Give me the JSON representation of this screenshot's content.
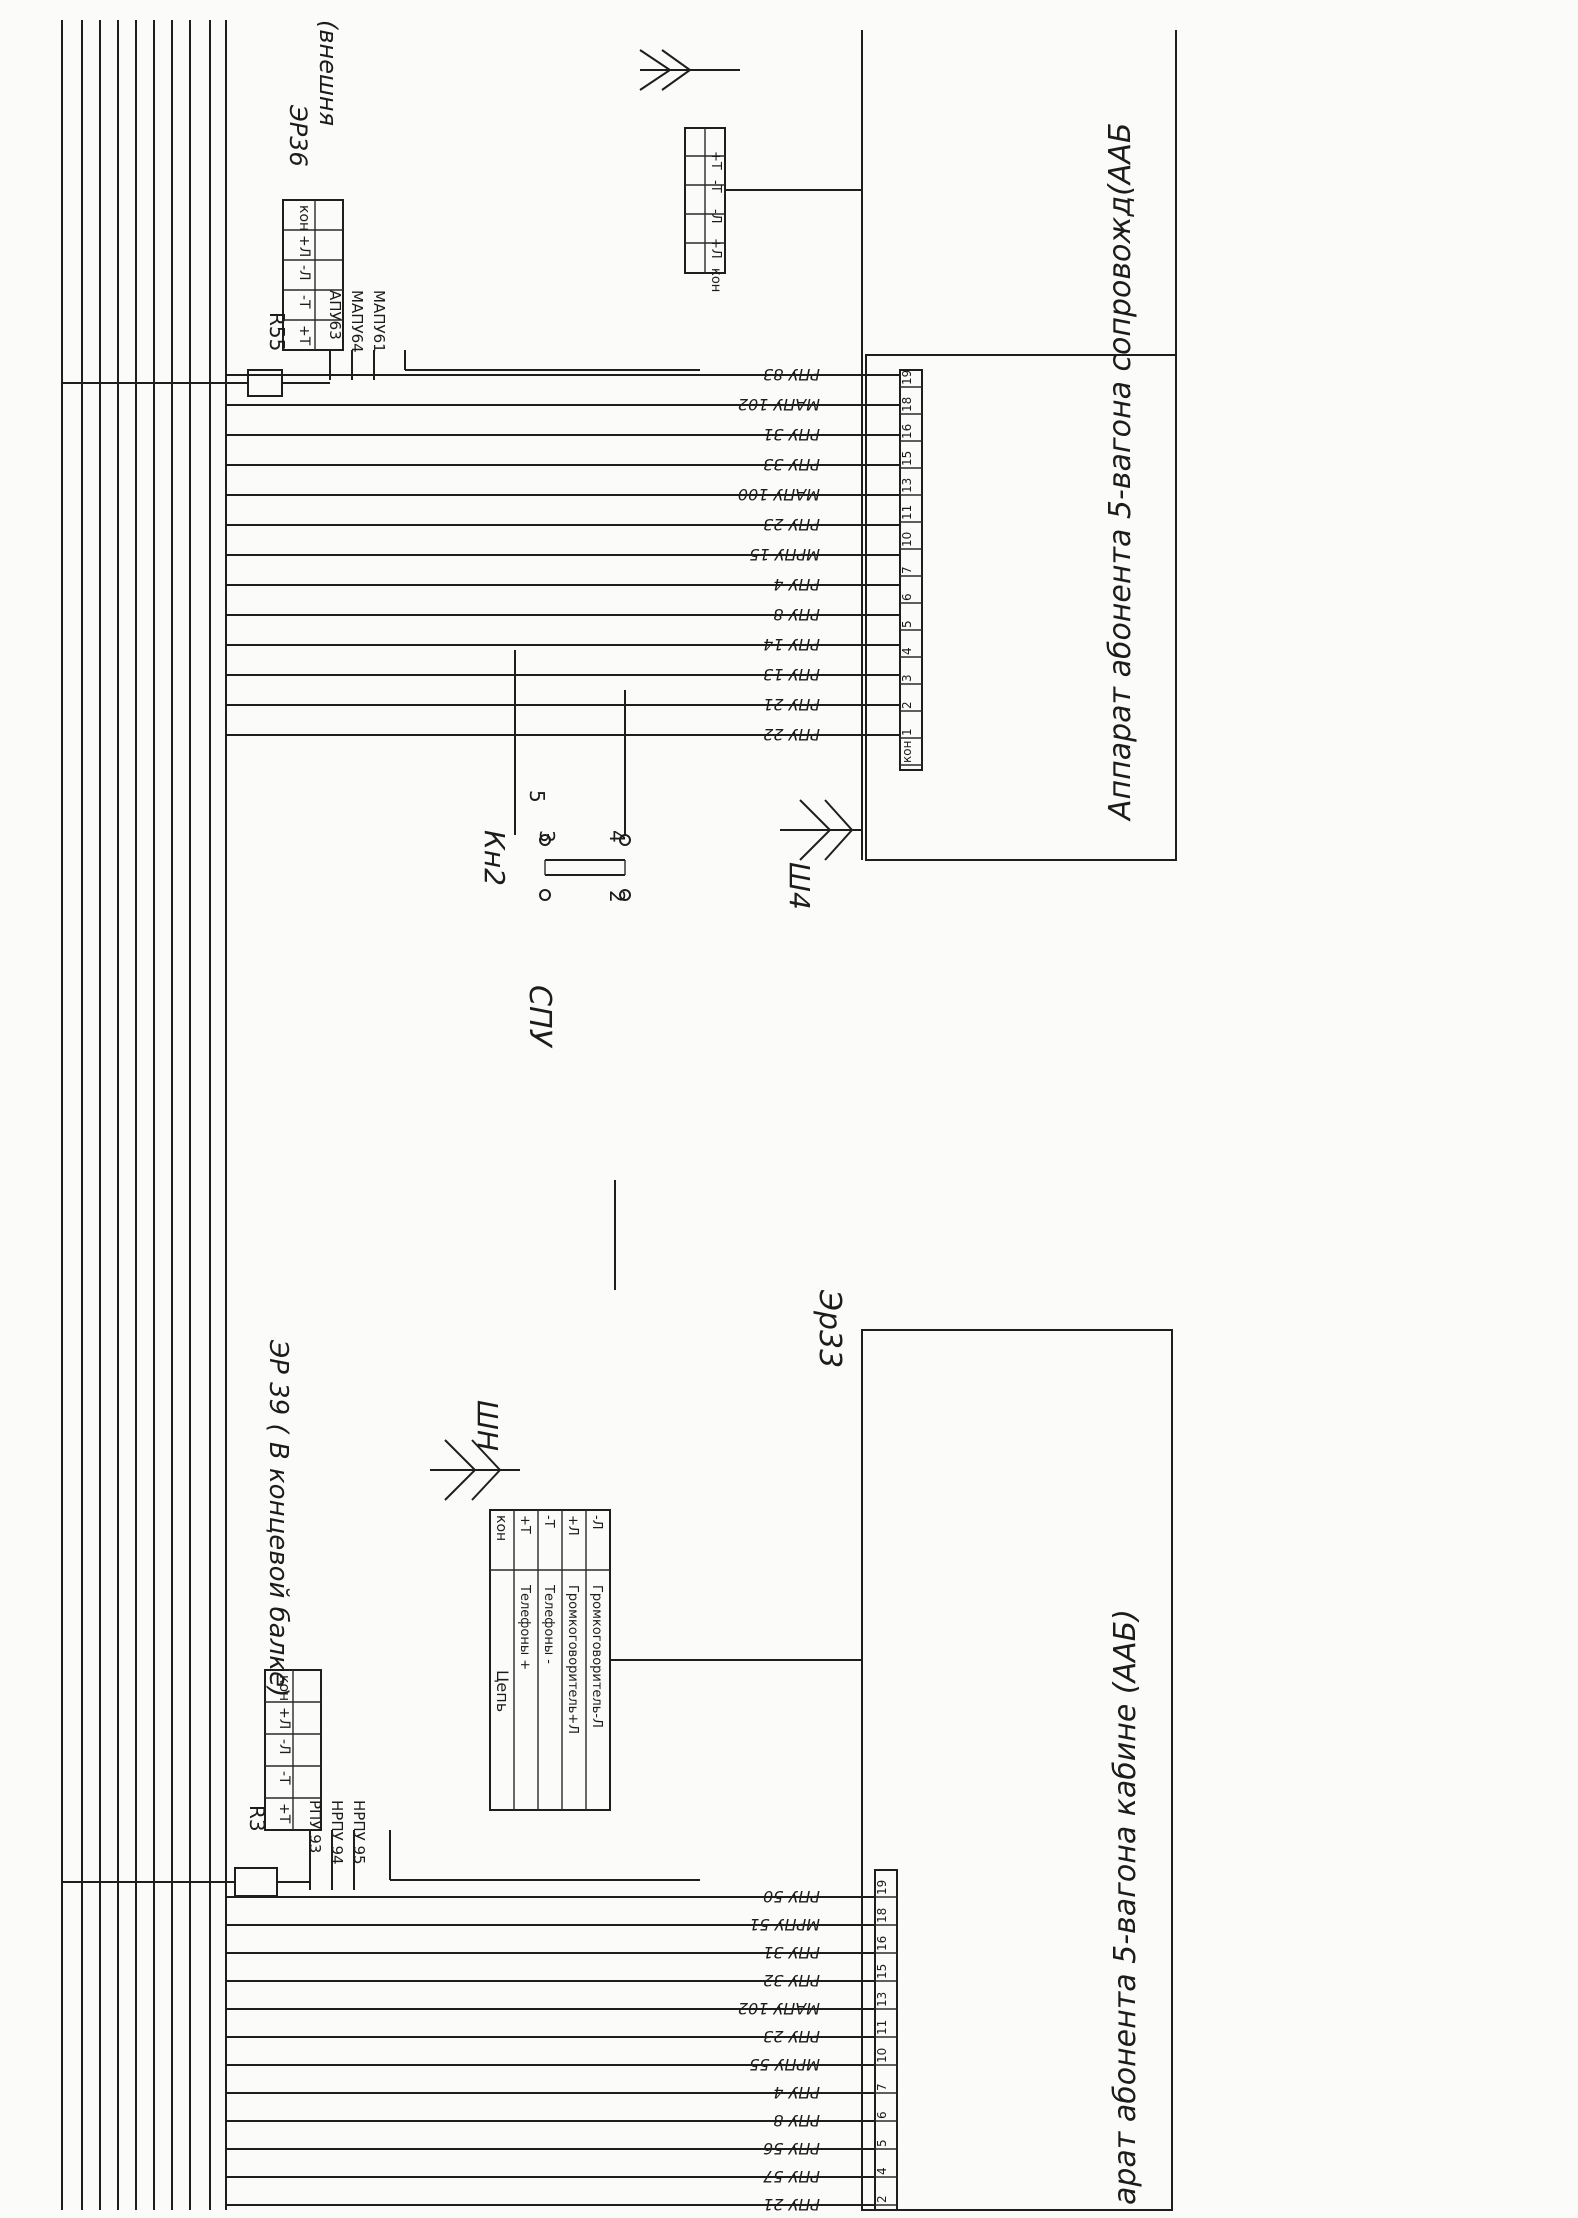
{
  "diagram": {
    "top": {
      "ep36_label": "ЭР36",
      "ep36_sub": "(внешня",
      "r55_label": "R55",
      "table_small_top": [
        "кон",
        "+Л",
        "-Л",
        "-Т",
        "+Т"
      ],
      "table_ep36": [
        "кон",
        "+Л",
        "-Л",
        "-Т",
        "+Т"
      ],
      "ep36_wires": [
        "АПУ63",
        "МАПУ64",
        "МАПУ61"
      ],
      "kn2_label": "Кн2",
      "kn2_pins": [
        "3",
        "5",
        "2",
        "4"
      ],
      "spu_label": "СПУ",
      "sh4_label": "Ш4",
      "apparatus_title": "Аппарат абонента 5-вагона сопровожд(ААБ",
      "pins": [
        "кон",
        "1",
        "2",
        "3",
        "4",
        "5",
        "6",
        "7",
        "10",
        "11",
        "13",
        "15",
        "16",
        "18",
        "19"
      ],
      "wires": [
        "РПУ 22",
        "РПУ 21",
        "РПУ 13",
        "РПУ 14",
        "РПУ 8",
        "РПУ 4",
        "МРПУ 15",
        "РПУ 23",
        "МАПУ 100",
        "РПУ 33",
        "РПУ 31",
        "МАПУ 102",
        "РПУ 83"
      ]
    },
    "bottom": {
      "ep33_label": "Эр33",
      "ep39_label": "ЭР 39 ( В концевой балке)",
      "r3_label": "R3",
      "sh_label": "ШН",
      "table_small": [
        "кон",
        "+Л",
        "-Л",
        "-Т",
        "+Т"
      ],
      "ep39_wires": [
        "РПУ 93",
        "НРПУ 94",
        "НРПУ 95"
      ],
      "circuit_header": [
        "кон",
        "Цепь"
      ],
      "circuit_rows": [
        [
          "+Т",
          "Телефоны +"
        ],
        [
          "-Т",
          "Телефоны -"
        ],
        [
          "+Л",
          "Громкоговоритель+Л"
        ],
        [
          "-Л",
          "Громкоговоритель-Л"
        ]
      ],
      "apparatus_title": "арат абонента 5-вагона кабине (ААБ)",
      "pins": [
        "2",
        "4",
        "5",
        "6",
        "7",
        "10",
        "11",
        "13",
        "15",
        "16",
        "18",
        "19"
      ],
      "wires": [
        "РПУ 21",
        "РПУ 57",
        "РПУ 56",
        "РПУ 8",
        "РПУ 4",
        "МРПУ 55",
        "РПУ 23",
        "МАПУ 102",
        "РПУ 32",
        "РПУ 31",
        "МРПУ 51",
        "РПУ 50"
      ]
    }
  }
}
